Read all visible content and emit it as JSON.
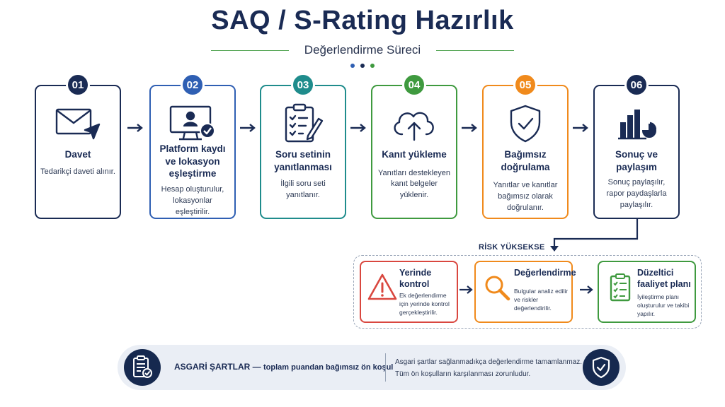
{
  "header": {
    "title": "SAQ / S-Rating Hazırlık",
    "subtitle": "Değerlendirme Süreci"
  },
  "colors": {
    "navy": "#1a2b54",
    "blue": "#2f5fb3",
    "teal": "#1f8c8c",
    "green": "#3f9a3f",
    "orange": "#f08a1c",
    "red": "#d9473f"
  },
  "steps": [
    {
      "num": "01",
      "title": "Davet",
      "desc": "Tedarikçi daveti alınır.",
      "icon": "envelope-send-icon"
    },
    {
      "num": "02",
      "title": "Platform kaydı ve lokasyon eşleştirme",
      "desc": "Hesap oluşturulur, lokasyonlar eşleştirilir.",
      "icon": "monitor-user-icon"
    },
    {
      "num": "03",
      "title": "Soru setinin yanıtlanması",
      "desc": "İlgili soru seti yanıtlanır.",
      "icon": "clipboard-pen-icon"
    },
    {
      "num": "04",
      "title": "Kanıt yükleme",
      "desc": "Yanıtları destekleyen kanıt belgeler yüklenir.",
      "icon": "cloud-upload-icon"
    },
    {
      "num": "05",
      "title": "Bağımsız doğrulama",
      "desc": "Yanıtlar ve kanıtlar bağımsız olarak doğrulanır.",
      "icon": "shield-check-icon"
    },
    {
      "num": "06",
      "title": "Sonuç ve paylaşım",
      "desc": "Sonuç paylaşılır, rapor paydaşlarla paylaşılır.",
      "icon": "bar-pie-chart-icon"
    }
  ],
  "risk": {
    "label": "RİSK YÜKSEKSE",
    "cards": [
      {
        "title": "Yerinde kontrol",
        "desc": "Ek değerlendirme için yerinde kontrol gerçekleştirilir.",
        "icon": "warning-icon"
      },
      {
        "title": "Değerlendirme",
        "desc": "Bulgular analiz edilir ve riskler değerlendirilir.",
        "icon": "magnifier-icon"
      },
      {
        "title": "Düzeltici faaliyet planı",
        "desc": "İyileştirme planı oluşturulur ve takibi yapılır.",
        "icon": "checklist-icon"
      }
    ]
  },
  "footer": {
    "label_bold": "ASGARİ ŞARTLAR —",
    "label_rest": "toplam puandan bağımsız ön koşul",
    "line1": "Asgari şartlar sağlanmadıkça değerlendirme tamamlanmaz.",
    "line2": "Tüm ön koşulların karşılanması zorunludur."
  }
}
